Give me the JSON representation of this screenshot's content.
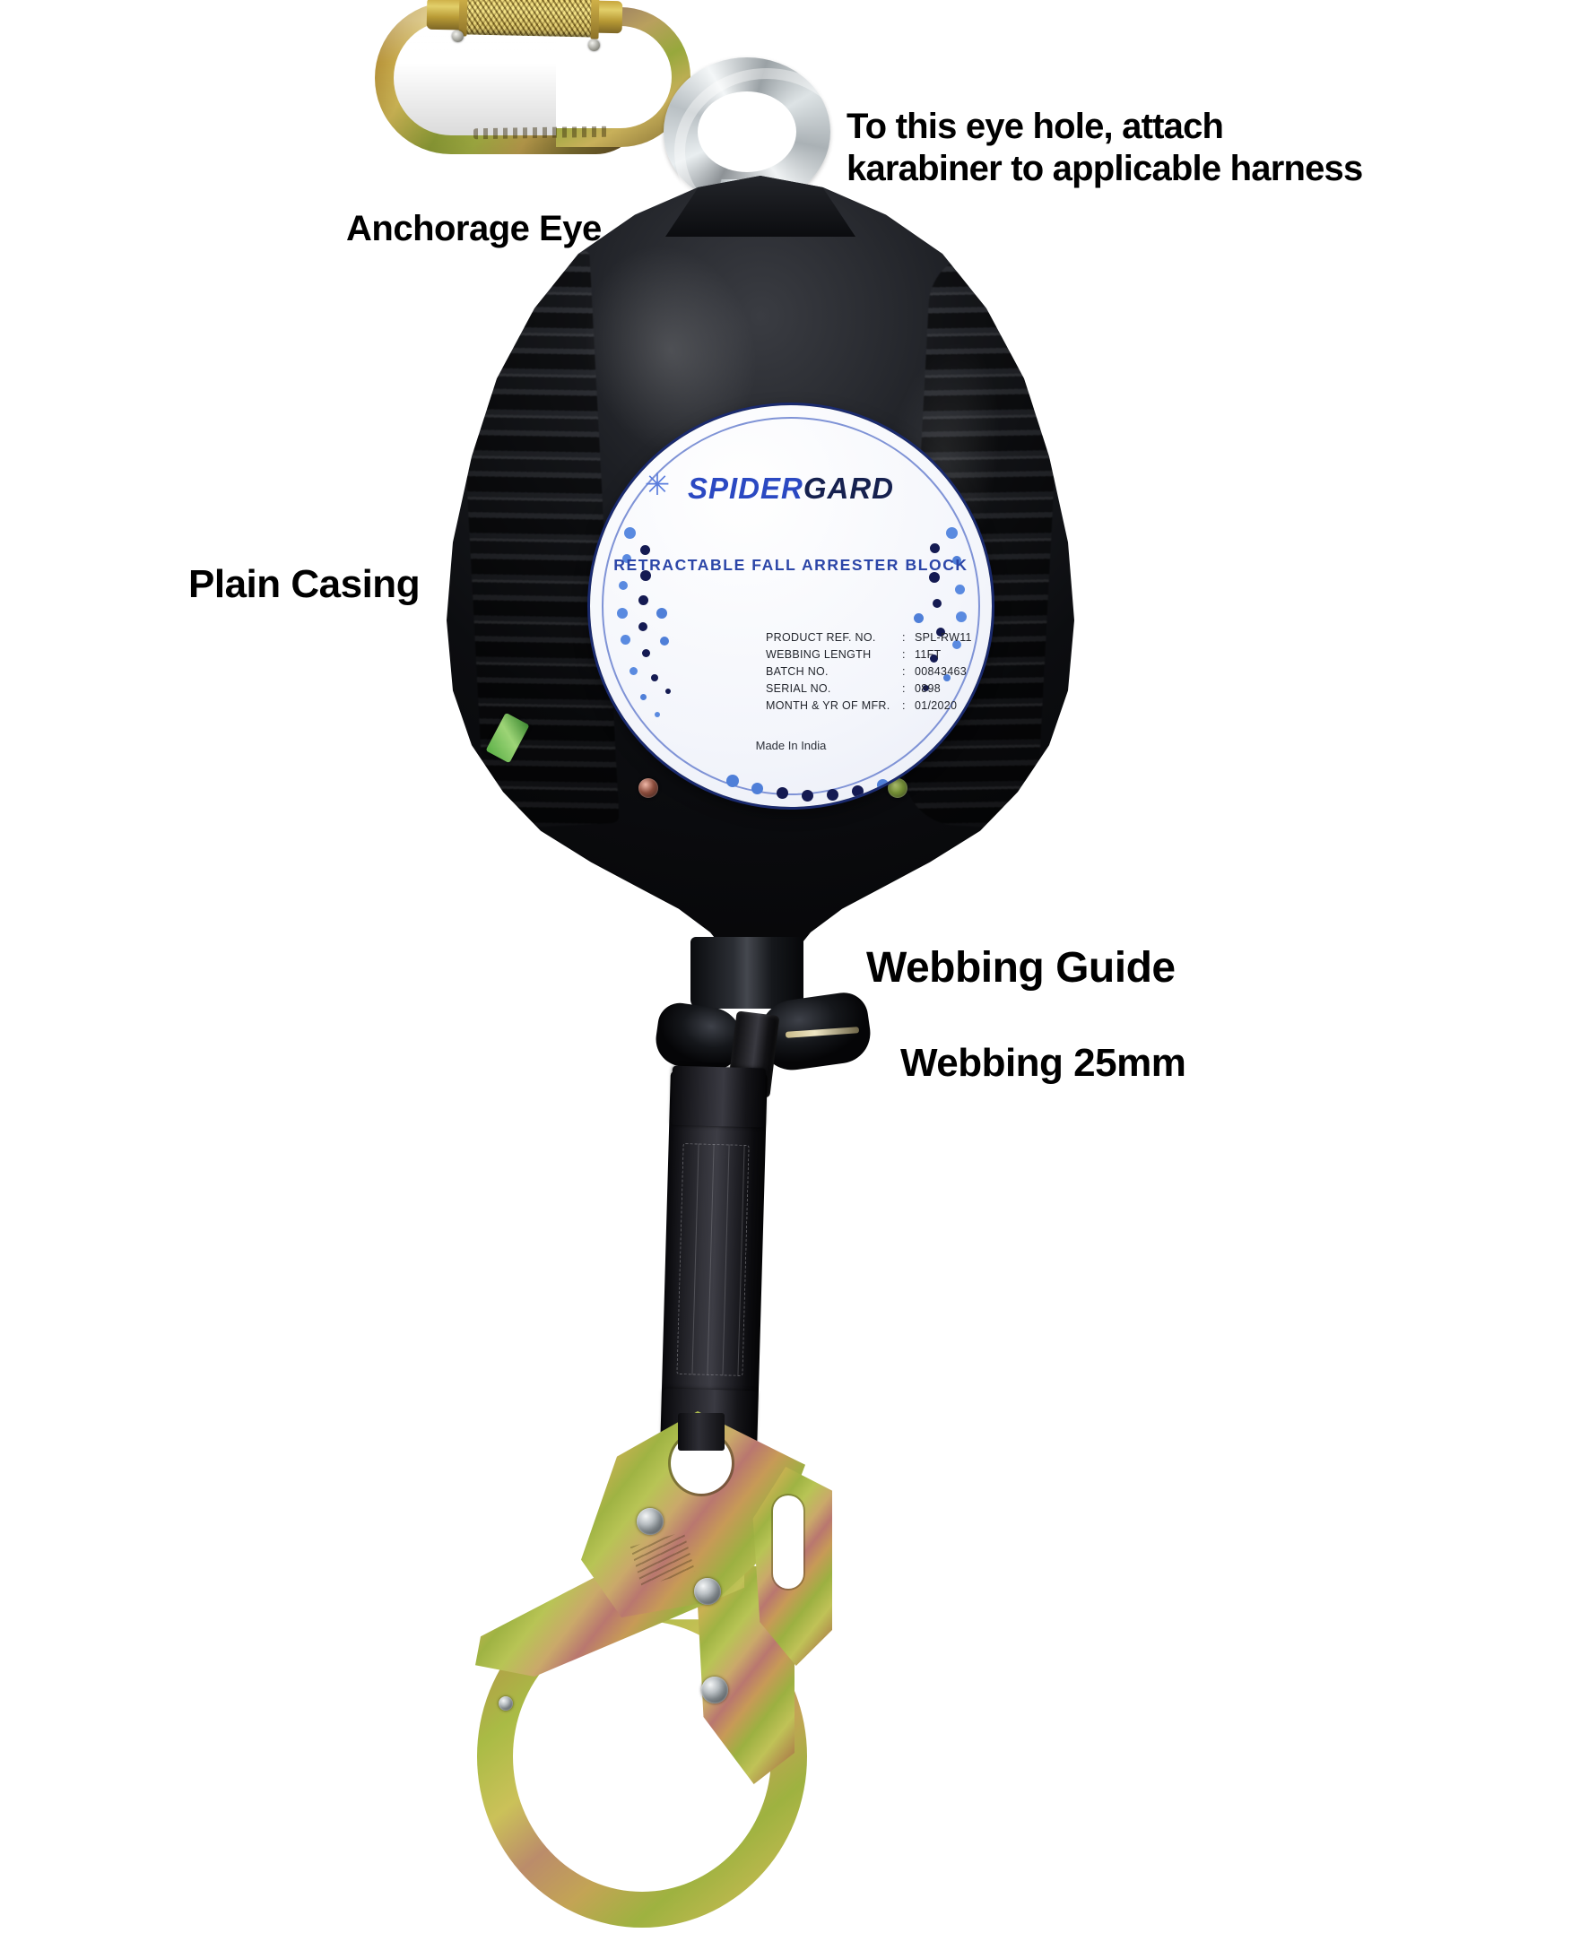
{
  "diagram": {
    "subject": "Retractable Fall Arrester Block",
    "background_color": "#ffffff"
  },
  "callouts": [
    {
      "id": "anchorage-eye",
      "text": "Anchorage Eye"
    },
    {
      "id": "eye-hole-line1",
      "text": "To this eye hole, attach"
    },
    {
      "id": "eye-hole-line2",
      "text": "karabiner to applicable harness"
    },
    {
      "id": "plain-casing",
      "text": "Plain Casing"
    },
    {
      "id": "webbing-guide",
      "text": "Webbing Guide"
    },
    {
      "id": "webbing-size",
      "text": "Webbing 25mm"
    }
  ],
  "product_label": {
    "brand_part1": "SPIDER",
    "brand_part2": "GARD",
    "star_glyph": "✳",
    "product_type": "RETRACTABLE FALL ARRESTER BLOCK",
    "specs": [
      {
        "key": "PRODUCT REF. NO.",
        "sep": ":",
        "value": "SPL-RW11"
      },
      {
        "key": "WEBBING LENGTH",
        "sep": ":",
        "value": "11FT"
      },
      {
        "key": "BATCH NO.",
        "sep": ":",
        "value": "00843463"
      },
      {
        "key": "SERIAL NO.",
        "sep": ":",
        "value": "0898"
      },
      {
        "key": "MONTH & YR OF MFR.",
        "sep": ":",
        "value": "01/2020"
      }
    ],
    "origin": "Made In India",
    "colors": {
      "brand_blue": "#2b49c2",
      "brand_navy": "#16214f",
      "subtitle_blue": "#2c46a8",
      "ring_navy": "#1a2a6e",
      "dot_light": "#5a8ae0",
      "dot_dark": "#141a52"
    }
  },
  "components": {
    "carabiner": {
      "name": "screw-gate karabiner",
      "finish_color": "#c9b152"
    },
    "anchorage_eye": {
      "name": "swivel anchorage eye",
      "finish_color": "#c9cfd2"
    },
    "casing": {
      "name": "plain casing",
      "finish_color": "#0c0d10"
    },
    "webbing_guide": {
      "name": "webbing guide",
      "finish_color": "#15171b"
    },
    "webbing": {
      "name": "webbing strap",
      "width": "25mm",
      "finish_color": "#22222a"
    },
    "scaffold_hook": {
      "name": "scaffold hook",
      "finish_color": "#c9b152"
    }
  }
}
